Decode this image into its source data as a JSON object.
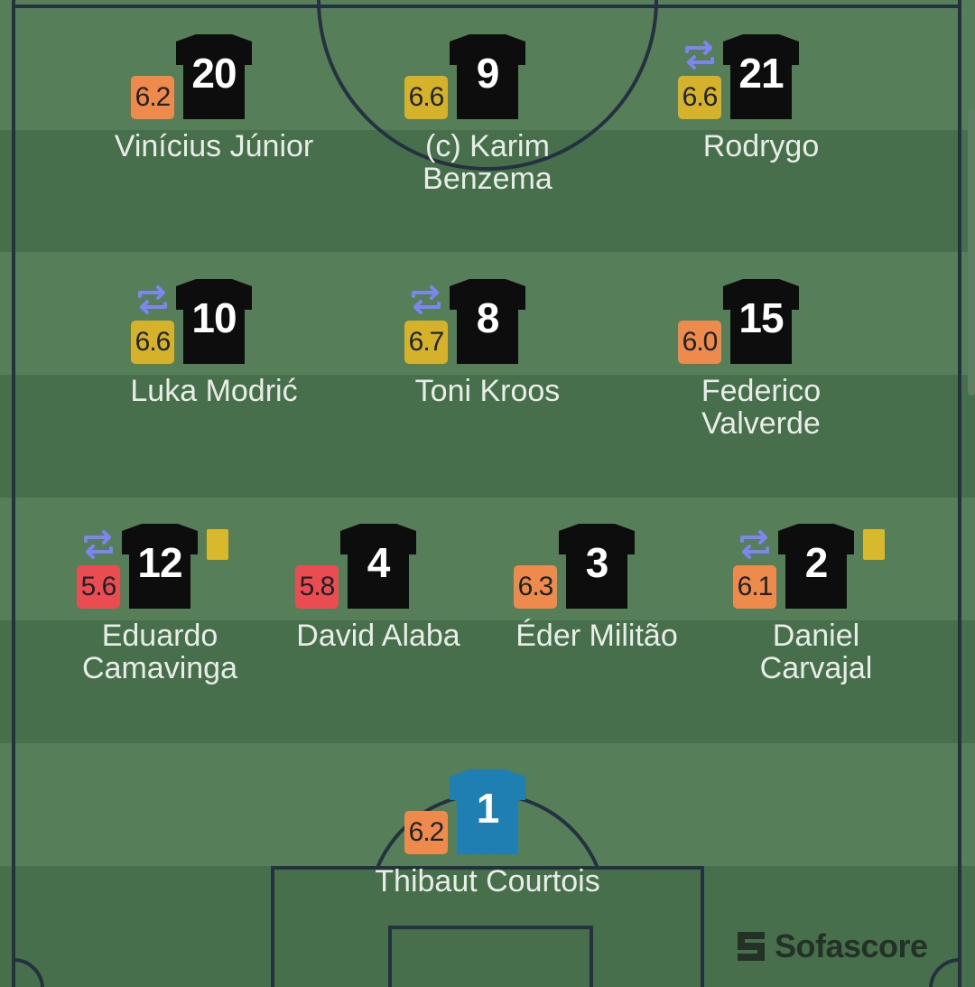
{
  "colors": {
    "pitch_light": "#567e58",
    "pitch_dark": "#486f4b",
    "line": "#24323f",
    "outfield_jersey": "#0d0d0d",
    "goalkeeper_jersey": "#1f7fb3",
    "rating_orange": "#ee8a4c",
    "rating_yellow": "#d6b22a",
    "rating_red": "#ea4c52",
    "sub_arrow": "#7c85f2",
    "yellow_card": "#d8b92c"
  },
  "players": [
    {
      "number": "20",
      "rating": "6.2",
      "rating_band": "orange",
      "name_lines": [
        "Vinícius Júnior",
        ""
      ],
      "substituted": false,
      "yellow_card": false
    },
    {
      "number": "9",
      "rating": "6.6",
      "rating_band": "yellow",
      "name_lines": [
        "(c) Karim",
        "Benzema"
      ],
      "substituted": false,
      "yellow_card": false
    },
    {
      "number": "21",
      "rating": "6.6",
      "rating_band": "yellow",
      "name_lines": [
        "Rodrygo",
        ""
      ],
      "substituted": true,
      "yellow_card": false
    },
    {
      "number": "10",
      "rating": "6.6",
      "rating_band": "yellow",
      "name_lines": [
        "Luka Modrić",
        ""
      ],
      "substituted": true,
      "yellow_card": false
    },
    {
      "number": "8",
      "rating": "6.7",
      "rating_band": "yellow",
      "name_lines": [
        "Toni Kroos",
        ""
      ],
      "substituted": true,
      "yellow_card": false
    },
    {
      "number": "15",
      "rating": "6.0",
      "rating_band": "orange",
      "name_lines": [
        "Federico",
        "Valverde"
      ],
      "substituted": false,
      "yellow_card": false
    },
    {
      "number": "12",
      "rating": "5.6",
      "rating_band": "red",
      "name_lines": [
        "Eduardo",
        "Camavinga"
      ],
      "substituted": true,
      "yellow_card": true
    },
    {
      "number": "4",
      "rating": "5.8",
      "rating_band": "red",
      "name_lines": [
        "David Alaba",
        ""
      ],
      "substituted": false,
      "yellow_card": false
    },
    {
      "number": "3",
      "rating": "6.3",
      "rating_band": "orange",
      "name_lines": [
        "Éder Militão",
        ""
      ],
      "substituted": false,
      "yellow_card": false
    },
    {
      "number": "2",
      "rating": "6.1",
      "rating_band": "orange",
      "name_lines": [
        "Daniel",
        "Carvajal"
      ],
      "substituted": true,
      "yellow_card": true
    },
    {
      "number": "1",
      "rating": "6.2",
      "rating_band": "orange",
      "name_lines": [
        "Thibaut Courtois",
        ""
      ],
      "substituted": false,
      "yellow_card": false,
      "goalkeeper": true
    }
  ],
  "icons": {
    "substitution": "swap-arrows-icon",
    "card": "yellow-card-icon",
    "brand": "sofascore-logo-icon"
  },
  "brand": {
    "name": "Sofascore"
  }
}
